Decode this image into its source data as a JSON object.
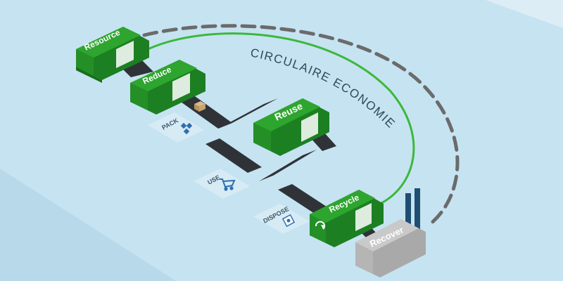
{
  "diagram": {
    "title": "CIRCULAIRE ECONOMIE",
    "stations": {
      "resource": "Resource",
      "reduce": "Reduce",
      "reuse": "Reuse",
      "recycle": "Recycle",
      "recover": "Recover"
    },
    "steps": {
      "pack": "PACK",
      "use": "USE",
      "dispose": "DISPOSE"
    }
  },
  "colors": {
    "background": "#c6e3f1",
    "machine_green": "#2ea52e",
    "machine_green_dark": "#1c7f22",
    "recover_gray": "#c9c9c9",
    "loop_green": "#3cb83c",
    "dashed_loop": "#6b6b6b",
    "conveyor": "#2f3337",
    "chimney": "#1f4e72"
  }
}
